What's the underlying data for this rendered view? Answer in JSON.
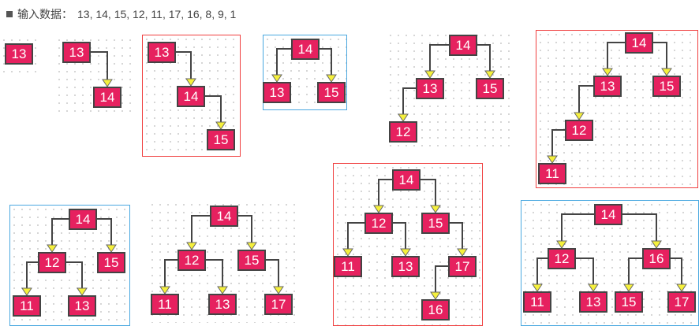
{
  "header": {
    "label": "输入数据：",
    "values": "13, 14, 15, 12, 11, 17, 16, 8, 9, 1"
  },
  "colors": {
    "node": "#e6215f",
    "arrow": "#f5f03c",
    "red_frame": "#f04040",
    "blue_frame": "#4aa8e0"
  },
  "panels": [
    {
      "frame": "none",
      "nodes": [
        "13"
      ],
      "edges": []
    },
    {
      "frame": "none",
      "nodes": [
        "13",
        "14"
      ],
      "edges": [
        [
          0,
          1
        ]
      ]
    },
    {
      "frame": "red",
      "nodes": [
        "13",
        "14",
        "15"
      ],
      "edges": [
        [
          0,
          1
        ],
        [
          1,
          2
        ]
      ]
    },
    {
      "frame": "blue",
      "nodes": [
        "14",
        "13",
        "15"
      ],
      "edges": [
        [
          0,
          1
        ],
        [
          0,
          2
        ]
      ]
    },
    {
      "frame": "none",
      "nodes": [
        "14",
        "13",
        "15",
        "12"
      ],
      "edges": [
        [
          0,
          1
        ],
        [
          0,
          2
        ],
        [
          1,
          3
        ]
      ]
    },
    {
      "frame": "red",
      "nodes": [
        "14",
        "13",
        "15",
        "12",
        "11"
      ],
      "edges": [
        [
          0,
          1
        ],
        [
          0,
          2
        ],
        [
          1,
          3
        ],
        [
          3,
          4
        ]
      ]
    },
    {
      "frame": "blue",
      "nodes": [
        "14",
        "12",
        "15",
        "11",
        "13"
      ],
      "edges": [
        [
          0,
          1
        ],
        [
          0,
          2
        ],
        [
          1,
          3
        ],
        [
          1,
          4
        ]
      ]
    },
    {
      "frame": "none",
      "nodes": [
        "14",
        "12",
        "15",
        "11",
        "13",
        "17"
      ],
      "edges": [
        [
          0,
          1
        ],
        [
          0,
          2
        ],
        [
          1,
          3
        ],
        [
          1,
          4
        ],
        [
          2,
          5
        ]
      ]
    },
    {
      "frame": "red",
      "nodes": [
        "14",
        "12",
        "15",
        "11",
        "13",
        "17",
        "16"
      ],
      "edges": [
        [
          0,
          1
        ],
        [
          0,
          2
        ],
        [
          1,
          3
        ],
        [
          1,
          4
        ],
        [
          2,
          5
        ],
        [
          5,
          6
        ]
      ]
    },
    {
      "frame": "blue",
      "nodes": [
        "14",
        "12",
        "16",
        "11",
        "13",
        "15",
        "17"
      ],
      "edges": [
        [
          0,
          1
        ],
        [
          0,
          2
        ],
        [
          1,
          3
        ],
        [
          1,
          4
        ],
        [
          2,
          5
        ],
        [
          2,
          6
        ]
      ]
    }
  ]
}
